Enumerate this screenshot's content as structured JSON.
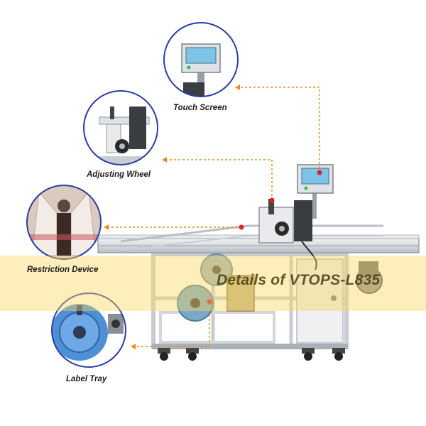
{
  "callouts": {
    "touch_screen": "Touch Screen",
    "adjusting_wheel": "Adjusting Wheel",
    "restriction_device": "Restriction Device",
    "label_tray": "Label Tray"
  },
  "banner": {
    "text": "Details of VTOPS-L835"
  },
  "colors": {
    "circle_border": "#2c3ea0",
    "leader_line": "#f08a1c",
    "dot": "#e02020",
    "banner": "#fbd65c",
    "frame": "#c8ccd2"
  }
}
